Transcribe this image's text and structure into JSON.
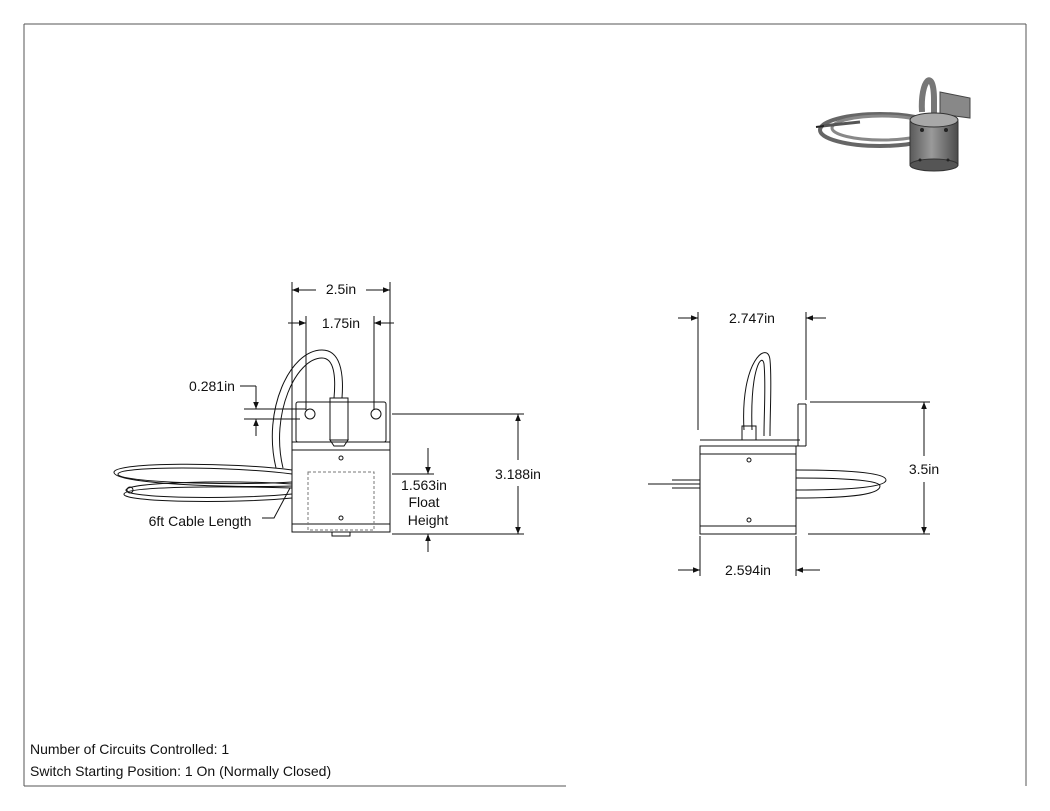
{
  "dimensions": {
    "front_width": "2.5in",
    "front_hole_spacing": "1.75in",
    "bracket_hole_offset": "0.281in",
    "front_height": "3.188in",
    "float_height_value": "1.563in",
    "float_height_line1": "Float",
    "float_height_line2": "Height",
    "cable_length": "6ft Cable Length",
    "side_top_width": "2.747in",
    "side_height": "3.5in",
    "side_body_width": "2.594in"
  },
  "notes": {
    "circuits": "Number of Circuits Controlled: 1",
    "switch_position": "Switch Starting Position: 1 On (Normally Closed)"
  },
  "colors": {
    "line": "#111111",
    "body_gray": "#6e6e6e",
    "thumbnail_gray": "#8a8a8a"
  }
}
